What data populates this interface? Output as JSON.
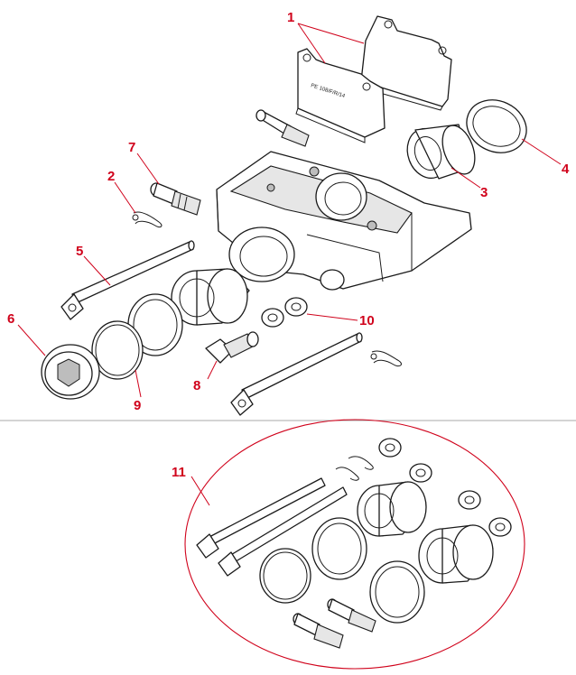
{
  "callouts": {
    "c1": "1",
    "c2": "2",
    "c3": "3",
    "c4": "4",
    "c5": "5",
    "c6": "6",
    "c7": "7",
    "c8": "8",
    "c9": "9",
    "c10": "10",
    "c11": "11"
  },
  "pad_marking": "PE 108/F/R/14",
  "colors": {
    "callout": "#d0021b",
    "line": "#1a1a1a",
    "divider": "#aaaaaa"
  }
}
